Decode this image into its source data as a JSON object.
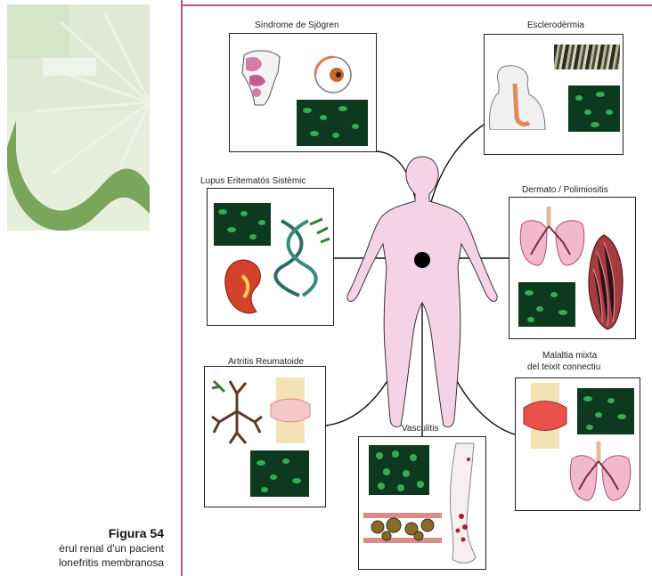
{
  "caption": {
    "title": "Figura 54",
    "line1": "èrul renal d'un pacient",
    "line2": "lonefritis membranosa"
  },
  "diagram": {
    "diseases": [
      {
        "id": "sjogren",
        "label": "Síndrome de Sjögren"
      },
      {
        "id": "esclero",
        "label": "Esclerodèrmia"
      },
      {
        "id": "lupus",
        "label": "Lupus Eritematós Sistèmic"
      },
      {
        "id": "dermato",
        "label": "Dermato / Polimiositis"
      },
      {
        "id": "artritis",
        "label": "Artritis Reumatoide"
      },
      {
        "id": "mixta",
        "label_line1": "Malaltia mixta",
        "label_line2": "del teixit connectiu"
      },
      {
        "id": "vasculitis",
        "label": "Vasculitis"
      }
    ]
  },
  "colors": {
    "frame": "#b9558e",
    "body_fill": "#f4d3e6",
    "fluor_bg": "#0d3a1e",
    "fluor_cell": "#3fbf5f",
    "decor_green": "#7aa55a"
  }
}
